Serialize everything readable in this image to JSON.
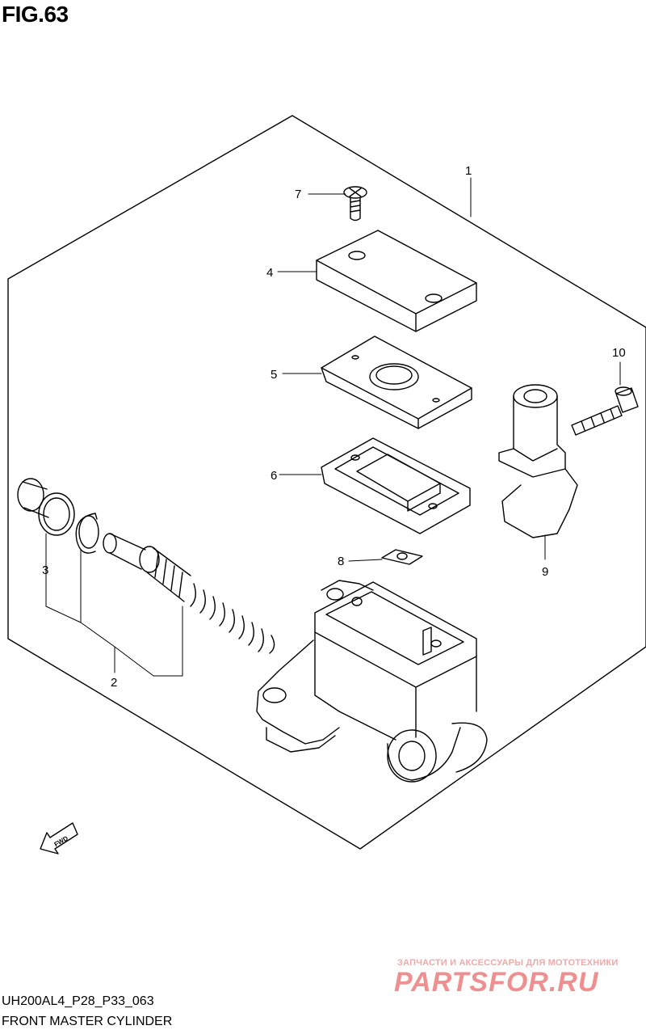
{
  "figure": {
    "label": "FIG.63"
  },
  "footer": {
    "code": "UH200AL4_P28_P33_063",
    "title": "FRONT MASTER CYLINDER"
  },
  "watermark": {
    "line": "ЗАПЧАСТИ И АКСЕССУАРЫ ДЛЯ МОТОТЕХНИКИ",
    "logo": "PARTSFOR.RU"
  },
  "callouts": {
    "c1": "1",
    "c2": "2",
    "c3": "3",
    "c4": "4",
    "c5": "5",
    "c6": "6",
    "c7": "7",
    "c8": "8",
    "c9": "9",
    "c10": "10"
  },
  "fwd_badge": "FWD"
}
